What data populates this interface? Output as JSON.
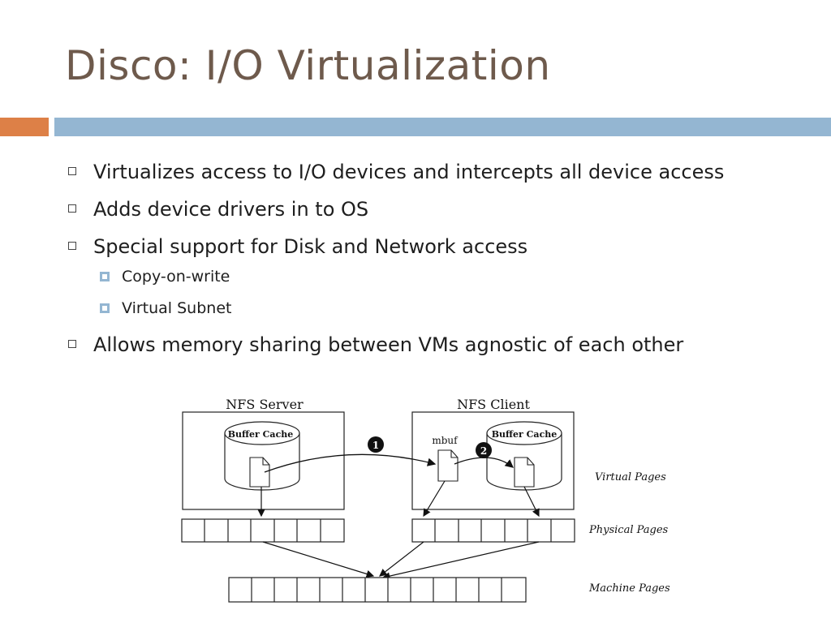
{
  "slide": {
    "title": "Disco: I/O Virtualization",
    "accent_orange": "#dd8047",
    "accent_blue": "#94b6d2",
    "title_color": "#6e5a4c"
  },
  "bullets": [
    {
      "text": "Virtualizes access to I/O devices and intercepts all device access"
    },
    {
      "text": "Adds device drivers in to OS"
    },
    {
      "text": "Special support for Disk and Network access"
    },
    {
      "text": "Allows memory sharing between VMs agnostic of each other"
    }
  ],
  "sub_bullets": [
    {
      "text": "Copy-on-write"
    },
    {
      "text": "Virtual Subnet"
    }
  ],
  "diagram": {
    "server_label": "NFS Server",
    "client_label": "NFS Client",
    "server_cache_label": "Buffer Cache",
    "client_cache_label": "Buffer Cache",
    "mbuf_label": "mbuf",
    "step1": "1",
    "step2": "2",
    "virtual_pages": "Virtual Pages",
    "physical_pages": "Physical Pages",
    "machine_pages": "Machine Pages"
  }
}
